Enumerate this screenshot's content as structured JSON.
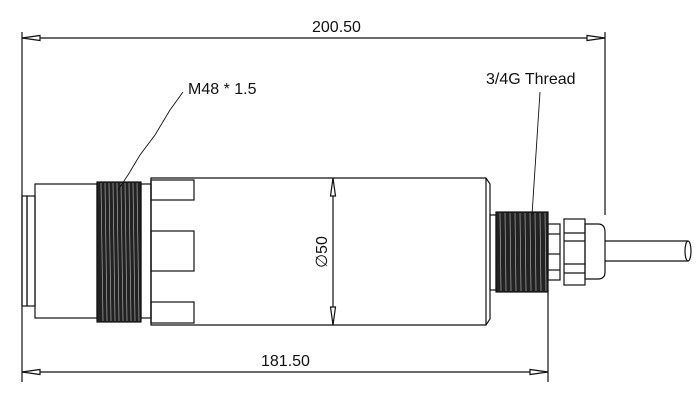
{
  "drawing": {
    "type": "technical-drawing",
    "subject": "sensor-probe-side-view",
    "dimensions": {
      "overall_length": "200.50",
      "body_length": "181.50",
      "diameter": "∅50"
    },
    "callouts": {
      "front_thread": "M48 * 1.5",
      "rear_thread": "3/4G Thread"
    },
    "colors": {
      "line": "#111111",
      "background": "#ffffff",
      "thread_fill": "#222222"
    }
  }
}
